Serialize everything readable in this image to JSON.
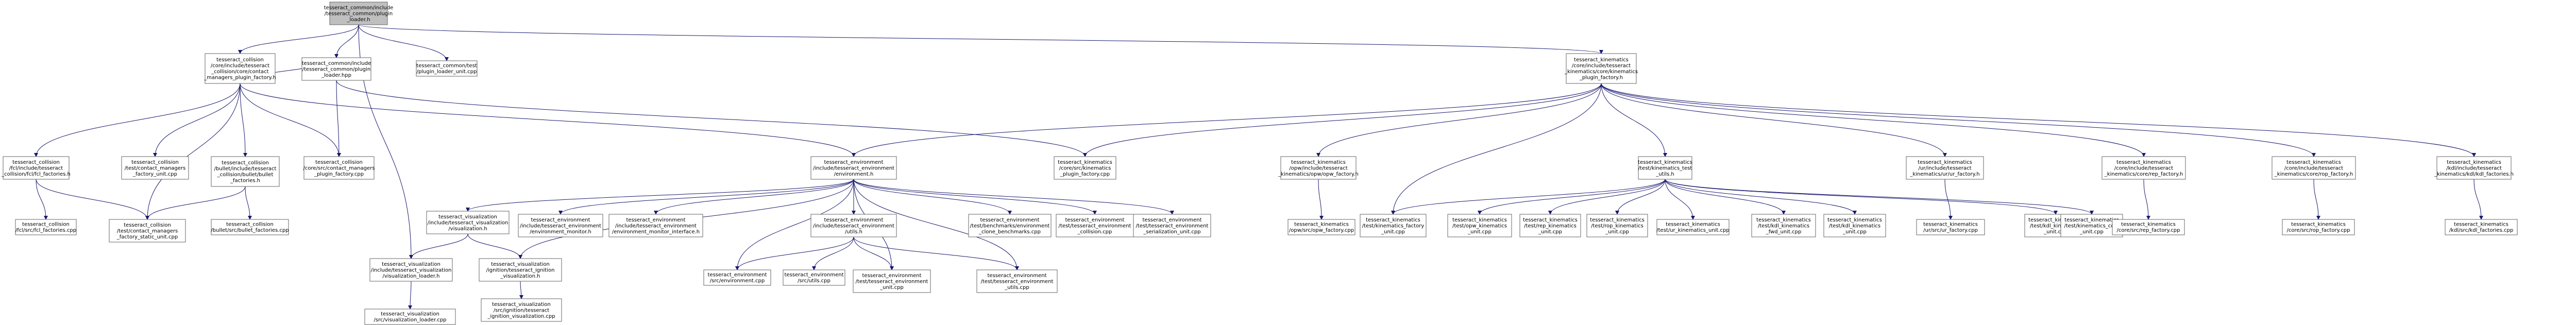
{
  "diagram": {
    "root": "n0",
    "nodes": [
      {
        "id": "n0",
        "lines": [
          "tesseract_common/include",
          "/tesseract_common/plugin",
          "_loader.h"
        ],
        "root": true
      },
      {
        "id": "n1",
        "lines": [
          "tesseract_collision",
          "/core/include/tesseract",
          "_collision/core/contact",
          "_managers_plugin_factory.h"
        ]
      },
      {
        "id": "n2",
        "lines": [
          "tesseract_common/include",
          "/tesseract_common/plugin",
          "_loader.hpp"
        ]
      },
      {
        "id": "n3",
        "lines": [
          "tesseract_common/test",
          "/plugin_loader_unit.cpp"
        ]
      },
      {
        "id": "n4",
        "lines": [
          "tesseract_kinematics",
          "/core/include/tesseract",
          "_kinematics/core/kinematics",
          "_plugin_factory.h"
        ]
      },
      {
        "id": "n5",
        "lines": [
          "tesseract_collision",
          "/fcl/include/tesseract",
          "_collision/fcl/fcl_factories.h"
        ]
      },
      {
        "id": "n6",
        "lines": [
          "tesseract_collision",
          "/test/contact_managers",
          "_factory_unit.cpp"
        ]
      },
      {
        "id": "n7",
        "lines": [
          "tesseract_collision",
          "/bullet/include/tesseract",
          "_collision/bullet/bullet",
          "_factories.h"
        ]
      },
      {
        "id": "n8",
        "lines": [
          "tesseract_collision",
          "/core/src/contact_managers",
          "_plugin_factory.cpp"
        ]
      },
      {
        "id": "n9",
        "lines": [
          "tesseract_environment",
          "/include/tesseract_environment",
          "/environment.h"
        ]
      },
      {
        "id": "n10",
        "lines": [
          "tesseract_kinematics",
          "/core/src/kinematics",
          "_plugin_factory.cpp"
        ]
      },
      {
        "id": "n11",
        "lines": [
          "tesseract_kinematics",
          "/opw/include/tesseract",
          "_kinematics/opw/opw_factory.h"
        ]
      },
      {
        "id": "n12",
        "lines": [
          "tesseract_kinematics",
          "/test/kinematics_test",
          "_utils.h"
        ]
      },
      {
        "id": "n13",
        "lines": [
          "tesseract_kinematics",
          "/ur/include/tesseract",
          "_kinematics/ur/ur_factory.h"
        ]
      },
      {
        "id": "n14",
        "lines": [
          "tesseract_kinematics",
          "/core/include/tesseract",
          "_kinematics/core/rep_factory.h"
        ]
      },
      {
        "id": "n15",
        "lines": [
          "tesseract_kinematics",
          "/core/include/tesseract",
          "_kinematics/core/rop_factory.h"
        ]
      },
      {
        "id": "n16",
        "lines": [
          "tesseract_kinematics",
          "/kdl/include/tesseract",
          "_kinematics/kdl/kdl_factories.h"
        ]
      },
      {
        "id": "n17",
        "lines": [
          "tesseract_collision",
          "/fcl/src/fcl_factories.cpp"
        ]
      },
      {
        "id": "n18",
        "lines": [
          "tesseract_collision",
          "/test/contact_managers",
          "_factory_static_unit.cpp"
        ]
      },
      {
        "id": "n19",
        "lines": [
          "tesseract_collision",
          "/bullet/src/bullet_factories.cpp"
        ]
      },
      {
        "id": "n20",
        "lines": [
          "tesseract_visualization",
          "/include/tesseract_visualization",
          "/visualization.h"
        ]
      },
      {
        "id": "n21",
        "lines": [
          "tesseract_environment",
          "/include/tesseract_environment",
          "/environment_monitor.h"
        ]
      },
      {
        "id": "n22",
        "lines": [
          "tesseract_environment",
          "/include/tesseract_environment",
          "/environment_monitor_interface.h"
        ]
      },
      {
        "id": "n23",
        "lines": [
          "tesseract_environment",
          "/include/tesseract_environment",
          "/utils.h"
        ]
      },
      {
        "id": "n24",
        "lines": [
          "tesseract_environment",
          "/test/benchmarks/environment",
          "_clone_benchmarks.cpp"
        ]
      },
      {
        "id": "n25",
        "lines": [
          "tesseract_environment",
          "/test/tesseract_environment",
          "_collision.cpp"
        ]
      },
      {
        "id": "n26",
        "lines": [
          "tesseract_environment",
          "/test/tesseract_environment",
          "_serialization_unit.cpp"
        ]
      },
      {
        "id": "n27",
        "lines": [
          "tesseract_kinematics",
          "/opw/src/opw_factory.cpp"
        ]
      },
      {
        "id": "n28",
        "lines": [
          "tesseract_kinematics",
          "/test/kinematics_factory",
          "_unit.cpp"
        ]
      },
      {
        "id": "n29",
        "lines": [
          "tesseract_kinematics",
          "/test/opw_kinematics",
          "_unit.cpp"
        ]
      },
      {
        "id": "n30",
        "lines": [
          "tesseract_kinematics",
          "/test/rep_kinematics",
          "_unit.cpp"
        ]
      },
      {
        "id": "n31",
        "lines": [
          "tesseract_kinematics",
          "/test/rop_kinematics",
          "_unit.cpp"
        ]
      },
      {
        "id": "n32",
        "lines": [
          "tesseract_kinematics",
          "/test/ur_kinematics_unit.cpp"
        ]
      },
      {
        "id": "n33",
        "lines": [
          "tesseract_kinematics",
          "/test/kdl_kinematics",
          "_fwd_unit.cpp"
        ]
      },
      {
        "id": "n34",
        "lines": [
          "tesseract_kinematics",
          "/test/kdl_kinematics",
          "_unit.cpp"
        ]
      },
      {
        "id": "n35",
        "lines": [
          "tesseract_kinematics",
          "/test/kdl_kinematics",
          "_unit.cpp"
        ]
      },
      {
        "id": "n36",
        "lines": [
          "tesseract_kinematics",
          "/test/kinematics_core",
          "_unit.cpp"
        ]
      },
      {
        "id": "n37",
        "lines": [
          "tesseract_kinematics",
          "/ur/src/ur_factory.cpp"
        ]
      },
      {
        "id": "n38",
        "lines": [
          "tesseract_kinematics",
          "/core/src/rep_factory.cpp"
        ]
      },
      {
        "id": "n39",
        "lines": [
          "tesseract_kinematics",
          "/core/src/rop_factory.cpp"
        ]
      },
      {
        "id": "n40",
        "lines": [
          "tesseract_kinematics",
          "/kdl/src/kdl_factories.cpp"
        ]
      },
      {
        "id": "n41",
        "lines": [
          "tesseract_visualization",
          "/include/tesseract_visualization",
          "/visualization_loader.h"
        ]
      },
      {
        "id": "n42",
        "lines": [
          "tesseract_visualization",
          "/ignition/tesseract_ignition",
          "_visualization.h"
        ]
      },
      {
        "id": "n43",
        "lines": [
          "tesseract_environment",
          "/src/environment.cpp"
        ]
      },
      {
        "id": "n44",
        "lines": [
          "tesseract_environment",
          "/src/utils.cpp"
        ]
      },
      {
        "id": "n45",
        "lines": [
          "tesseract_environment",
          "/test/tesseract_environment",
          "_unit.cpp"
        ]
      },
      {
        "id": "n46",
        "lines": [
          "tesseract_environment",
          "/test/tesseract_environment",
          "_utils.cpp"
        ]
      },
      {
        "id": "n47",
        "lines": [
          "tesseract_visualization",
          "/src/visualization_loader.cpp"
        ]
      },
      {
        "id": "n48",
        "lines": [
          "tesseract_visualization",
          "/src/ignition/tesseract",
          "_ignition_visualization.cpp"
        ]
      }
    ],
    "edges": [
      [
        "n0",
        "n1"
      ],
      [
        "n0",
        "n2"
      ],
      [
        "n0",
        "n3"
      ],
      [
        "n0",
        "n4"
      ],
      [
        "n0",
        "n41"
      ],
      [
        "n1",
        "n5"
      ],
      [
        "n1",
        "n6"
      ],
      [
        "n1",
        "n7"
      ],
      [
        "n1",
        "n8"
      ],
      [
        "n1",
        "n9"
      ],
      [
        "n1",
        "n18"
      ],
      [
        "n2",
        "n1"
      ],
      [
        "n2",
        "n8"
      ],
      [
        "n2",
        "n10"
      ],
      [
        "n4",
        "n9"
      ],
      [
        "n4",
        "n10"
      ],
      [
        "n4",
        "n11"
      ],
      [
        "n4",
        "n12"
      ],
      [
        "n4",
        "n13"
      ],
      [
        "n4",
        "n14"
      ],
      [
        "n4",
        "n15"
      ],
      [
        "n4",
        "n16"
      ],
      [
        "n4",
        "n28"
      ],
      [
        "n5",
        "n17"
      ],
      [
        "n5",
        "n18"
      ],
      [
        "n7",
        "n18"
      ],
      [
        "n7",
        "n19"
      ],
      [
        "n9",
        "n20"
      ],
      [
        "n9",
        "n21"
      ],
      [
        "n9",
        "n22"
      ],
      [
        "n9",
        "n23"
      ],
      [
        "n9",
        "n24"
      ],
      [
        "n9",
        "n25"
      ],
      [
        "n9",
        "n26"
      ],
      [
        "n9",
        "n42"
      ],
      [
        "n9",
        "n43"
      ],
      [
        "n9",
        "n45"
      ],
      [
        "n9",
        "n46"
      ],
      [
        "n11",
        "n27"
      ],
      [
        "n12",
        "n28"
      ],
      [
        "n12",
        "n29"
      ],
      [
        "n12",
        "n30"
      ],
      [
        "n12",
        "n31"
      ],
      [
        "n12",
        "n32"
      ],
      [
        "n12",
        "n33"
      ],
      [
        "n12",
        "n34"
      ],
      [
        "n12",
        "n35"
      ],
      [
        "n12",
        "n36"
      ],
      [
        "n13",
        "n37"
      ],
      [
        "n14",
        "n38"
      ],
      [
        "n15",
        "n39"
      ],
      [
        "n16",
        "n40"
      ],
      [
        "n20",
        "n41"
      ],
      [
        "n20",
        "n42"
      ],
      [
        "n23",
        "n43"
      ],
      [
        "n23",
        "n44"
      ],
      [
        "n23",
        "n45"
      ],
      [
        "n23",
        "n46"
      ],
      [
        "n41",
        "n47"
      ],
      [
        "n42",
        "n48"
      ]
    ]
  }
}
